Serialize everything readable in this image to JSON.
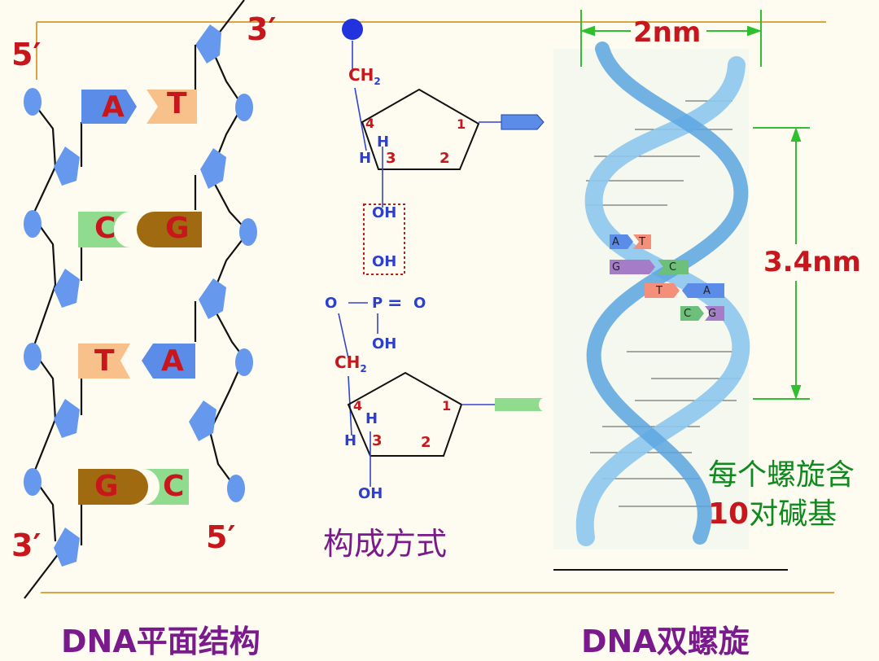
{
  "colors": {
    "background": "#fefcf0",
    "gold_rule": "#d9a441",
    "backbone_blue": "#6699ee",
    "strand_red": "#c8161d",
    "label_purple": "#7a1a8c",
    "measure_green": "#2fbf2f",
    "helix_blue": "#8ec6ee",
    "base_A": "#5b8de8",
    "base_T": "#f8c08a",
    "base_C": "#8fdc8f",
    "base_G": "#a06a10"
  },
  "left_panel": {
    "end_labels": {
      "top_left": "5′",
      "top_right": "3′",
      "bottom_left": "3′",
      "bottom_right": "5′"
    },
    "pairs": [
      {
        "left": "A",
        "right": "T"
      },
      {
        "left": "C",
        "right": "G"
      },
      {
        "left": "T",
        "right": "A"
      },
      {
        "left": "G",
        "right": "C"
      }
    ],
    "caption": "DNA平面结构"
  },
  "middle_panel": {
    "top": {
      "ch2": "CH",
      "ch2_sub": "2",
      "c4": "4",
      "c3": "3",
      "c2": "2",
      "c1": "1",
      "h_a": "H",
      "h_b": "H",
      "oh": "OH"
    },
    "phosphate": {
      "oh_top": "OH",
      "o_left": "O",
      "p": "P",
      "eq": "=",
      "o_right": "O",
      "oh_bottom": "OH"
    },
    "bottom": {
      "ch2": "CH",
      "ch2_sub": "2",
      "c4": "4",
      "c3": "3",
      "c2": "2",
      "c1": "1",
      "h_a": "H",
      "h_b": "H",
      "oh": "OH"
    },
    "caption": "构成方式"
  },
  "right_panel": {
    "width_label": "2nm",
    "pitch_label": "3.4nm",
    "note_line1": "每个螺旋含",
    "note_line2_number": "10",
    "note_line2_rest": "对碱基",
    "helix_pairs": [
      {
        "left": "A",
        "right": "T"
      },
      {
        "left": "G",
        "right": "C"
      },
      {
        "left": "T",
        "right": "A"
      },
      {
        "left": "C",
        "right": "G"
      }
    ],
    "caption": "DNA双螺旋"
  }
}
